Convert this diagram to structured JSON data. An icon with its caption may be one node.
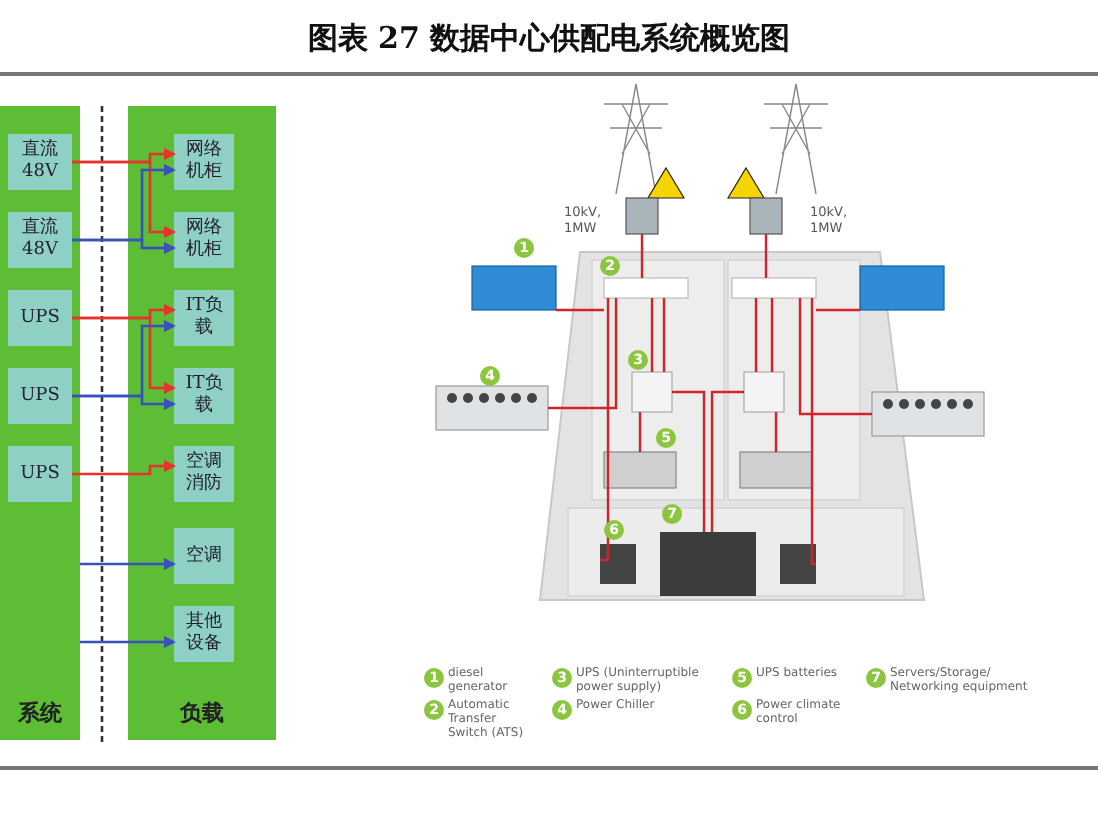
{
  "diagram": {
    "title": "图表 27 数据中心供配电系统概览图",
    "nodes": [
      {
        "text": [
          "系统"
        ]
      },
      {
        "text": [
          "直流48V"
        ],
        "in": 0
      },
      {
        "text": [
          "直流48V"
        ],
        "in": 0
      },
      {
        "text": [
          "UPS"
        ],
        "in": 0
      },
      {
        "text": [
          "UPS"
        ],
        "in": 0
      },
      {
        "text": [
          "UPS"
        ],
        "in": 0
      },
      {
        "text": [
          "负载"
        ]
      },
      {
        "text": [
          "网络机柜"
        ],
        "in": 6
      },
      {
        "text": [
          "网络机柜"
        ],
        "in": 6
      },
      {
        "text": [
          "IT负载"
        ],
        "in": 6
      },
      {
        "text": [
          "IT负载"
        ],
        "in": 6
      },
      {
        "text": [
          "空调消防"
        ],
        "in": 6
      },
      {
        "text": [
          "空调"
        ],
        "in": 6
      },
      {
        "text": [
          "其他设备"
        ],
        "in": 6
      }
    ],
    "edges": [
      {
        "from": 1,
        "to": 7,
        "arrow": "to",
        "color": "#e8322b"
      },
      {
        "from": 1,
        "to": 8,
        "arrow": "to",
        "color": "#e8322b"
      },
      {
        "from": 2,
        "to": 7,
        "arrow": "to"
      },
      {
        "from": 2,
        "to": 8,
        "arrow": "to"
      },
      {
        "from": 3,
        "to": 9,
        "arrow": "to",
        "color": "#e8322b"
      },
      {
        "from": 3,
        "to": 10,
        "arrow": "to",
        "color": "#e8322b"
      },
      {
        "from": 4,
        "to": 9,
        "arrow": "to"
      },
      {
        "from": 4,
        "to": 10,
        "arrow": "to"
      },
      {
        "from": 5,
        "to": 11,
        "arrow": "to",
        "color": "#e8322b"
      },
      {
        "from": 0,
        "to": 12,
        "arrow": "to"
      },
      {
        "from": 0,
        "to": 13,
        "arrow": "to"
      }
    ],
    "labels": [
      "10kV, 1MW",
      "10kV, 1MW",
      "1",
      "2",
      "3",
      "4",
      "5",
      "6",
      "7",
      "1",
      "diesel generator",
      "3",
      "UPS (Uninterruptible power supply)",
      "5",
      "UPS batteries",
      "7",
      "Servers/Storage/ Networking equipment",
      "2",
      "Automatic Transfer Switch (ATS)",
      "4",
      "Power Chiller",
      "6",
      "Power climate control"
    ]
  }
}
